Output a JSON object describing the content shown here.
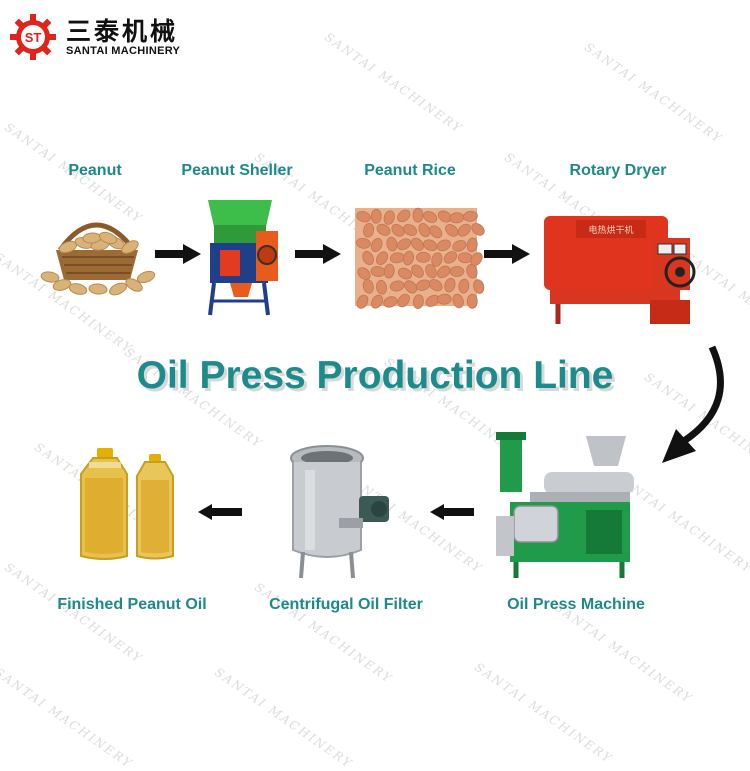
{
  "brand": {
    "name_cn": "三泰机械",
    "name_en": "SANTAI MACHINERY",
    "logo_letters": "ST",
    "red": "#e0241b"
  },
  "watermark": {
    "text": "SANTAI MACHINERY",
    "color": "#dcdcdc"
  },
  "title": "Oil Press Production Line",
  "colors": {
    "label": "#1d8a8a",
    "title": "#1c8b8b",
    "arrow": "#111111"
  },
  "steps": [
    {
      "label": "Peanut",
      "icon": "peanut-basket-icon"
    },
    {
      "label": "Peanut Sheller",
      "icon": "peanut-sheller-icon"
    },
    {
      "label": "Peanut Rice",
      "icon": "peanut-kernels-icon"
    },
    {
      "label": "Rotary Dryer",
      "icon": "rotary-dryer-icon"
    },
    {
      "label": "Oil Press Machine",
      "icon": "oil-press-icon"
    },
    {
      "label": "Centrifugal Oil Filter",
      "icon": "centrifugal-filter-icon"
    },
    {
      "label": "Finished Peanut Oil",
      "icon": "oil-bottles-icon"
    }
  ],
  "machine_panel_text": "电热烘干机"
}
